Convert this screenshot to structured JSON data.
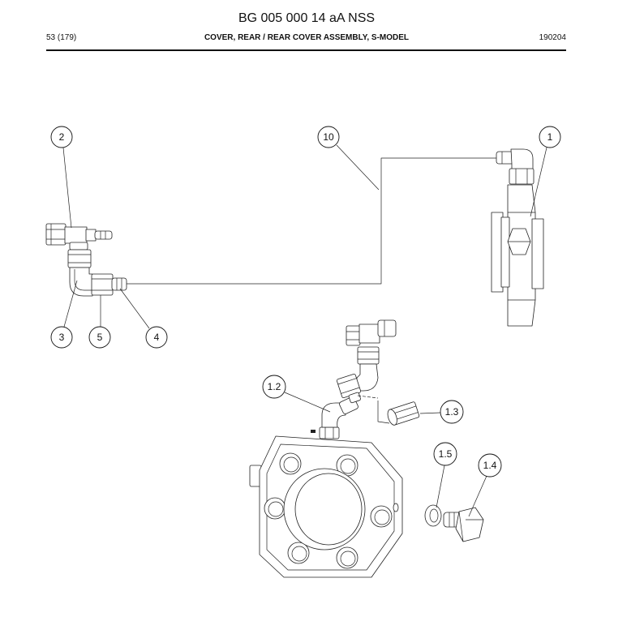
{
  "header": {
    "doc_number": "BG 005 000 14 aA NSS",
    "page": "53 (179)",
    "title": "COVER, REAR / REAR COVER ASSEMBLY, S-MODEL",
    "date_code": "190204"
  },
  "callouts": [
    "2",
    "10",
    "1",
    "3",
    "5",
    "4",
    "1.2",
    "1.3",
    "1.5",
    "1.4"
  ],
  "colors": {
    "line": "#222222",
    "background": "#ffffff"
  }
}
